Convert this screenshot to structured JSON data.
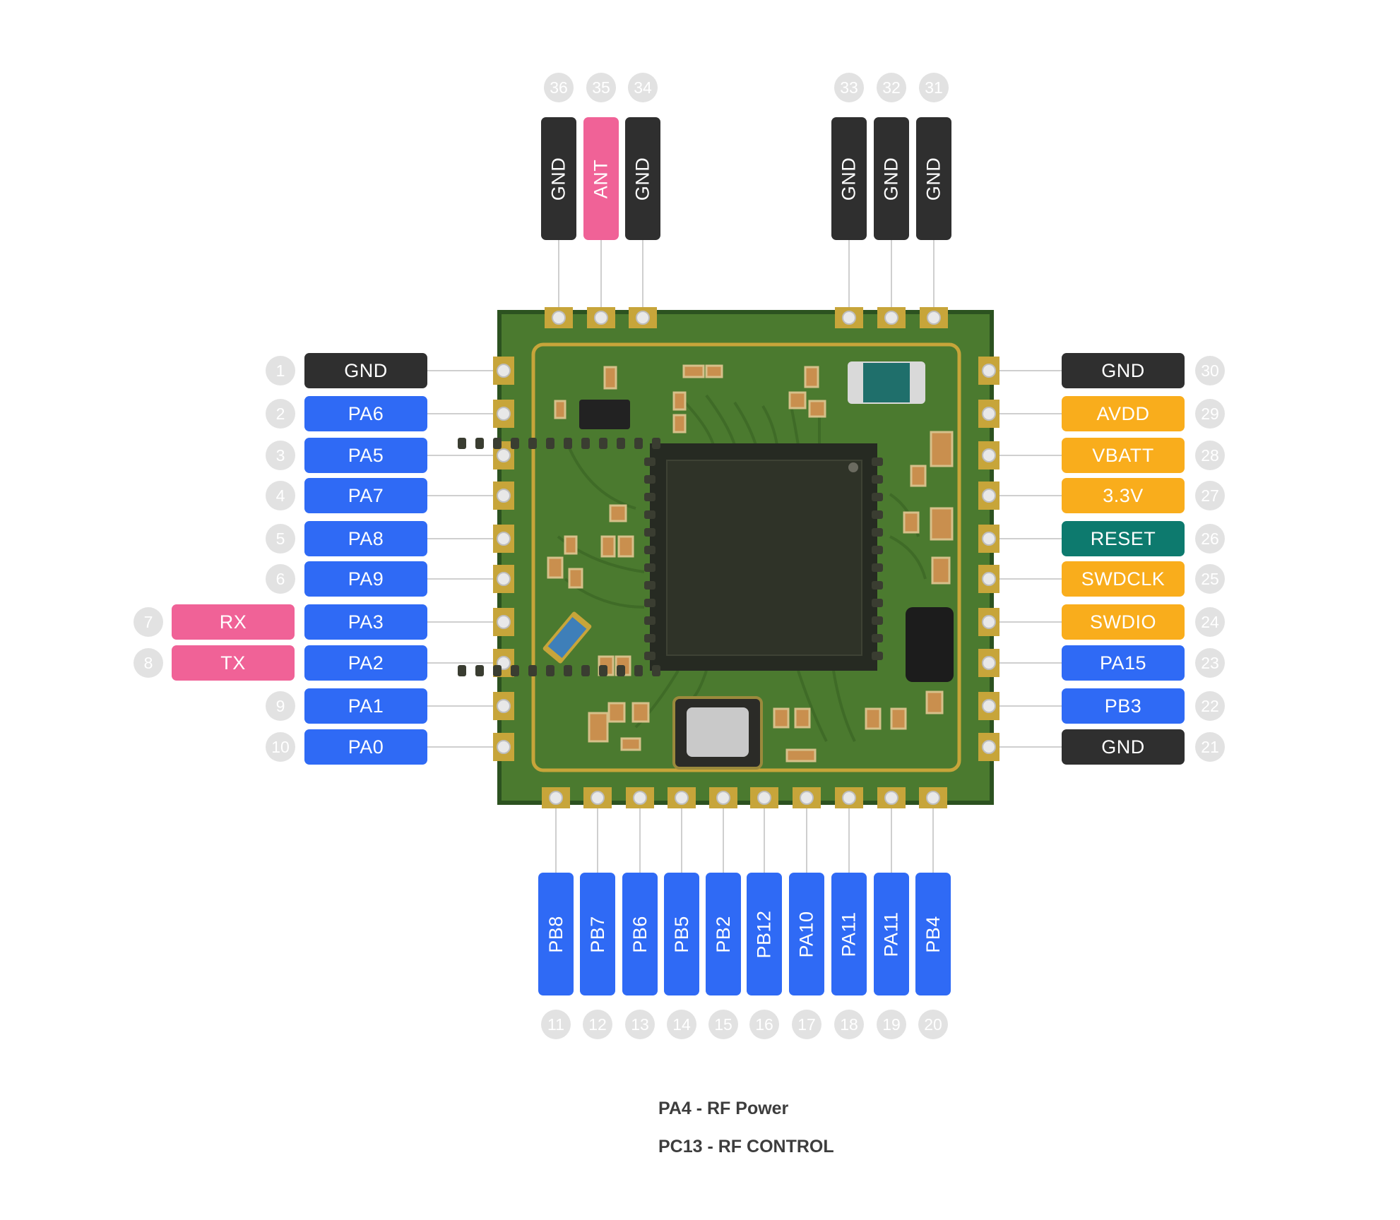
{
  "colors": {
    "gnd": "#2f2f2f",
    "gpio": "#2f6af5",
    "uart": "#f06297",
    "power": "#f9ad1c",
    "reset": "#0d7a6e",
    "pcb": "#4b7a2f",
    "pad": "#c7a53a",
    "chip": "#262a22"
  },
  "pins": [
    {
      "num": "1",
      "label": "GND",
      "group": "gnd"
    },
    {
      "num": "2",
      "label": "PA6",
      "group": "gpio"
    },
    {
      "num": "3",
      "label": "PA5",
      "group": "gpio"
    },
    {
      "num": "4",
      "label": "PA7",
      "group": "gpio"
    },
    {
      "num": "5",
      "label": "PA8",
      "group": "gpio"
    },
    {
      "num": "6",
      "label": "PA9",
      "group": "gpio"
    },
    {
      "num": "7",
      "label": "PA3",
      "group": "gpio",
      "alt": "RX"
    },
    {
      "num": "8",
      "label": "PA2",
      "group": "gpio",
      "alt": "TX"
    },
    {
      "num": "9",
      "label": "PA1",
      "group": "gpio"
    },
    {
      "num": "10",
      "label": "PA0",
      "group": "gpio"
    },
    {
      "num": "11",
      "label": "PB8",
      "group": "gpio"
    },
    {
      "num": "12",
      "label": "PB7",
      "group": "gpio"
    },
    {
      "num": "13",
      "label": "PB6",
      "group": "gpio"
    },
    {
      "num": "14",
      "label": "PB5",
      "group": "gpio"
    },
    {
      "num": "15",
      "label": "PB2",
      "group": "gpio"
    },
    {
      "num": "16",
      "label": "PB12",
      "group": "gpio"
    },
    {
      "num": "17",
      "label": "PA10",
      "group": "gpio"
    },
    {
      "num": "18",
      "label": "PA11",
      "group": "gpio"
    },
    {
      "num": "19",
      "label": "PA11",
      "group": "gpio"
    },
    {
      "num": "20",
      "label": "PB4",
      "group": "gpio"
    },
    {
      "num": "21",
      "label": "GND",
      "group": "gnd"
    },
    {
      "num": "22",
      "label": "PB3",
      "group": "gpio"
    },
    {
      "num": "23",
      "label": "PA15",
      "group": "gpio"
    },
    {
      "num": "24",
      "label": "SWDIO",
      "group": "power"
    },
    {
      "num": "25",
      "label": "SWDCLK",
      "group": "power"
    },
    {
      "num": "26",
      "label": "RESET",
      "group": "reset"
    },
    {
      "num": "27",
      "label": "3.3V",
      "group": "power"
    },
    {
      "num": "28",
      "label": "VBATT",
      "group": "power"
    },
    {
      "num": "29",
      "label": "AVDD",
      "group": "power"
    },
    {
      "num": "30",
      "label": "GND",
      "group": "gnd"
    },
    {
      "num": "31",
      "label": "GND",
      "group": "gnd"
    },
    {
      "num": "32",
      "label": "GND",
      "group": "gnd"
    },
    {
      "num": "33",
      "label": "GND",
      "group": "gnd"
    },
    {
      "num": "34",
      "label": "GND",
      "group": "gnd"
    },
    {
      "num": "35",
      "label": "ANT",
      "group": "uart"
    },
    {
      "num": "36",
      "label": "GND",
      "group": "gnd"
    }
  ],
  "notes": {
    "line1": "PA4 - RF Power",
    "line2": "PC13 - RF CONTROL"
  }
}
